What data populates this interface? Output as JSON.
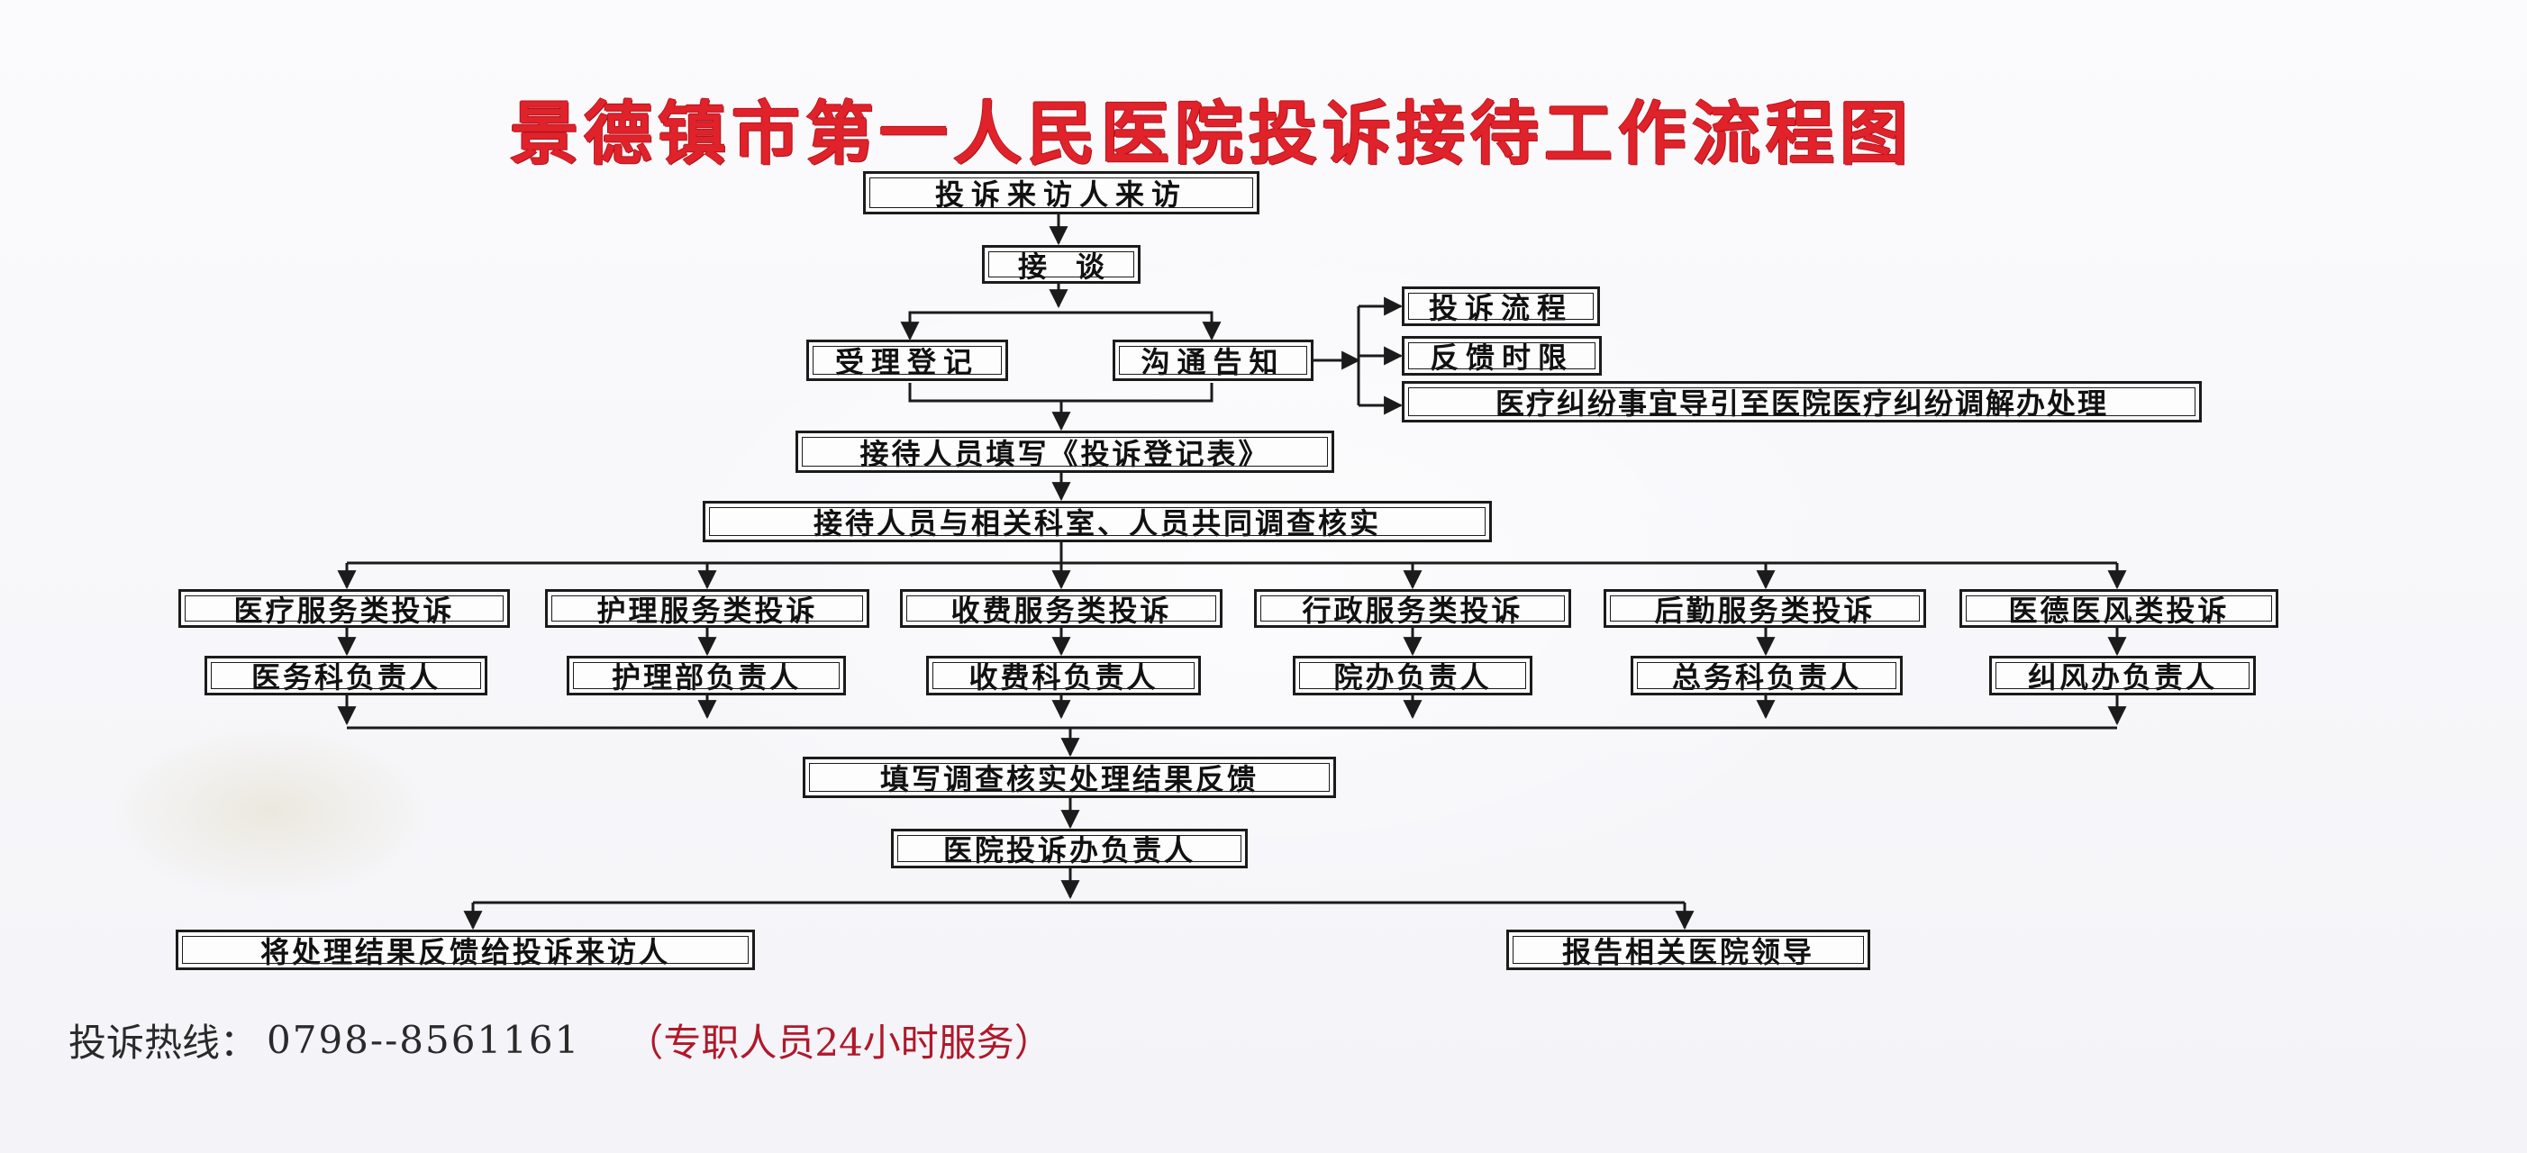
{
  "title": "景德镇市第一人民医院投诉接待工作流程图",
  "flow": {
    "visitor": "投诉来访人来访",
    "interview": "接　谈",
    "register": "受理登记",
    "communicate": "沟通告知",
    "inform": {
      "procedure": "投诉流程",
      "deadline": "反馈时限",
      "dispute": "医疗纠纷事宜导引至医院医疗纠纷调解办处理"
    },
    "fill_form": "接待人员填写《投诉登记表》",
    "investigate": "接待人员与相关科室、人员共同调查核实",
    "categories": [
      {
        "type": "医疗服务类投诉",
        "owner": "医务科负责人"
      },
      {
        "type": "护理服务类投诉",
        "owner": "护理部负责人"
      },
      {
        "type": "收费服务类投诉",
        "owner": "收费科负责人"
      },
      {
        "type": "行政服务类投诉",
        "owner": "院办负责人"
      },
      {
        "type": "后勤服务类投诉",
        "owner": "总务科负责人"
      },
      {
        "type": "医德医风类投诉",
        "owner": "纠风办负责人"
      }
    ],
    "feedback": "填写调查核实处理结果反馈",
    "office_head": "医院投诉办负责人",
    "to_visitor": "将处理结果反馈给投诉来访人",
    "to_leaders": "报告相关医院领导"
  },
  "footer": {
    "hotline_label": "投诉热线：",
    "hotline_number": "0798--8561161",
    "note": "（专职人员24小时服务）"
  },
  "colors": {
    "title": "#e0222b",
    "lines": "#1b1b1b",
    "note": "#b0182a"
  }
}
